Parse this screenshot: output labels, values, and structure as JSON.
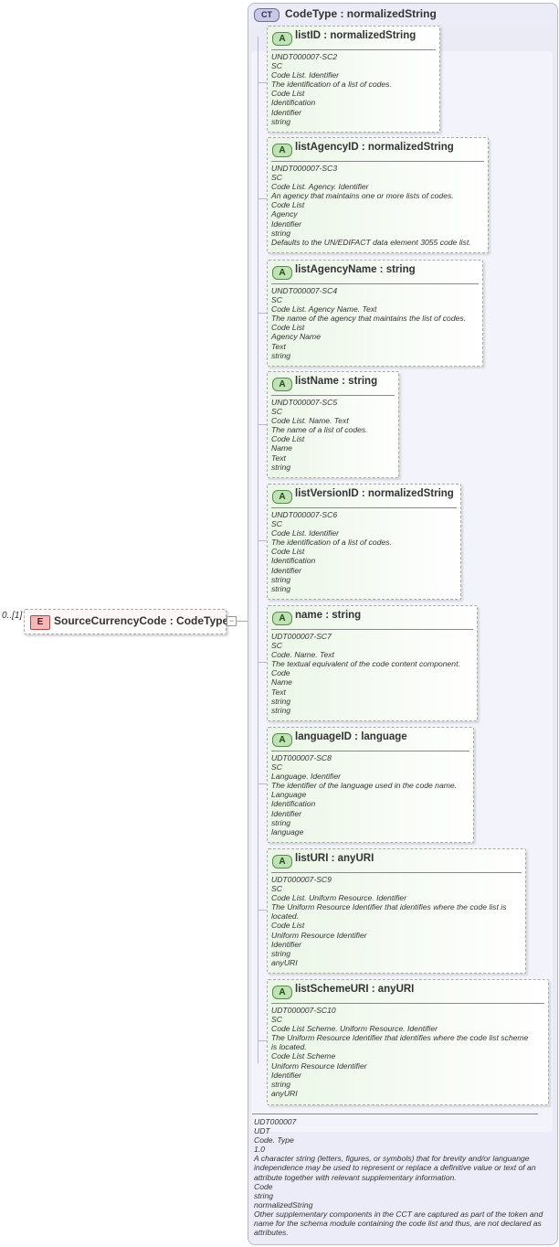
{
  "element": {
    "cardinality": "0..[1]",
    "badge": "E",
    "label": "SourceCurrencyCode : CodeType",
    "collapse_symbol": "−"
  },
  "complex_type": {
    "badge": "CT",
    "title": "CodeType : normalizedString",
    "footer_lines": [
      "UDT000007",
      "UDT",
      "Code. Type",
      "1.0",
      "A character string (letters, figures, or symbols) that for brevity and/or languange independence may be used to represent or replace a definitive value or text of an attribute together with relevant supplementary information.",
      "Code",
      "string",
      "normalizedString",
      "Other supplementary components in the CCT are captured as part of the token and name for the schema module containing the code list and thus, are not declared as attributes."
    ]
  },
  "attributes": [
    {
      "badge": "A",
      "title": "listID      : normalizedString",
      "lines": [
        "UNDT000007-SC2",
        "SC",
        "Code List. Identifier",
        "The identification of a list of codes.",
        "Code List",
        "Identification",
        "Identifier",
        "string"
      ]
    },
    {
      "badge": "A",
      "title": "listAgencyID : normalizedString",
      "lines": [
        "UNDT000007-SC3",
        "SC",
        "Code List. Agency. Identifier",
        "An agency that maintains one or more lists of codes.",
        "Code List",
        "Agency",
        "Identifier",
        "string",
        "Defaults to the UN/EDIFACT data element 3055 code list."
      ]
    },
    {
      "badge": "A",
      "title": "listAgencyName : string",
      "lines": [
        "UNDT000007-SC4",
        "SC",
        "Code List. Agency Name. Text",
        "The name of the agency that maintains the list of codes.",
        "Code List",
        "Agency Name",
        "Text",
        "string"
      ]
    },
    {
      "badge": "A",
      "title": "listName : string",
      "lines": [
        "UNDT000007-SC5",
        "SC",
        "Code List. Name. Text",
        "The name of a list of codes.",
        "Code List",
        "Name",
        "Text",
        "string"
      ]
    },
    {
      "badge": "A",
      "title": "listVersionID : normalizedString",
      "lines": [
        "UNDT000007-SC6",
        "SC",
        "Code List. Identifier",
        "The identification of a list of codes.",
        "Code List",
        "Identification",
        "Identifier",
        "string",
        "string"
      ]
    },
    {
      "badge": "A",
      "title": "name      : string",
      "lines": [
        "UDT000007-SC7",
        "SC",
        "Code. Name. Text",
        "The textual equivalent of the code content component.",
        "Code",
        "Name",
        "Text",
        "string",
        "string"
      ]
    },
    {
      "badge": "A",
      "title": "languageID : language",
      "lines": [
        "UDT000007-SC8",
        "SC",
        "Language. Identifier",
        "The identifier of the language used in the code name.",
        "Language",
        "Identification",
        "Identifier",
        "string",
        "language"
      ]
    },
    {
      "badge": "A",
      "title": "listURI    : anyURI",
      "lines": [
        "UDT000007-SC9",
        "SC",
        "Code List. Uniform Resource. Identifier",
        "The Uniform Resource Identifier that identifies where the code list is",
        "located.",
        "Code List",
        "Uniform Resource Identifier",
        "Identifier",
        "string",
        "anyURI"
      ]
    },
    {
      "badge": "A",
      "title": "listSchemeURI : anyURI",
      "lines": [
        "UDT000007-SC10",
        "SC",
        "Code List Scheme. Uniform Resource. Identifier",
        "The Uniform Resource Identifier that identifies where the code list scheme",
        "is located.",
        "Code List Scheme",
        "Uniform Resource Identifier",
        "Identifier",
        "string",
        "anyURI"
      ]
    }
  ]
}
